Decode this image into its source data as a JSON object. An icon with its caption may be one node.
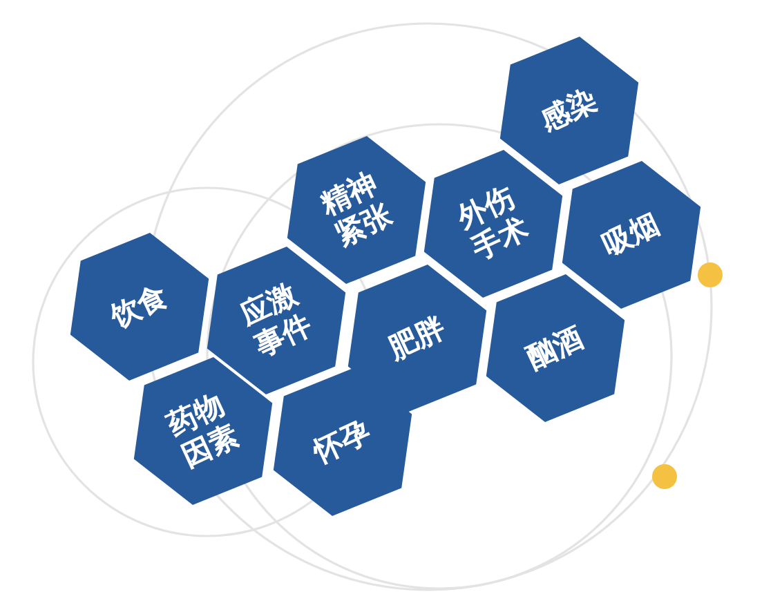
{
  "diagram": {
    "nodes": [
      {
        "text": [
          "感染"
        ]
      },
      {
        "text": [
          "精神紧张"
        ]
      },
      {
        "text": [
          "外伤手术"
        ]
      },
      {
        "text": [
          "吸烟"
        ]
      },
      {
        "text": [
          "饮食"
        ]
      },
      {
        "text": [
          "应激事件"
        ]
      },
      {
        "text": [
          "肥胖"
        ]
      },
      {
        "text": [
          "酗酒"
        ]
      },
      {
        "text": [
          "药物因素"
        ]
      },
      {
        "text": [
          "怀孕"
        ]
      }
    ]
  }
}
